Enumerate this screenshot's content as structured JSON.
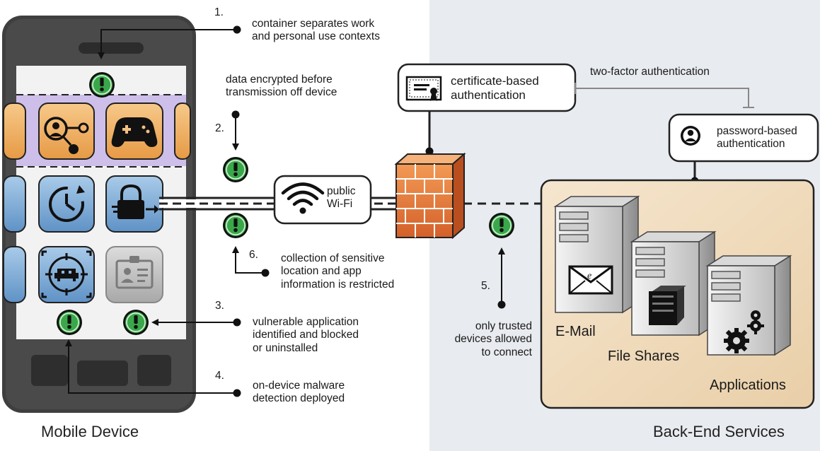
{
  "backend_bg": "#e8ebef",
  "colors": {
    "alert_green": "#3aa84a",
    "purple_band": "#cdbfe9",
    "phone_dark": "#3d3d3d",
    "firewall_orange": "#e5772d",
    "server_panel": "#f0dcc0"
  },
  "labels": {
    "mobile_device": "Mobile Device",
    "backend_services": "Back-End Services",
    "public_wifi_line1": "public",
    "public_wifi_line2": "Wi-Fi",
    "cert_auth_line1": "certificate-based",
    "cert_auth_line2": "authentication",
    "pwd_auth_line1": "password-based",
    "pwd_auth_line2": "authentication",
    "two_factor": "two-factor authentication",
    "email": "E-Mail",
    "file_shares": "File Shares",
    "applications": "Applications"
  },
  "steps": {
    "s1": {
      "num": "1.",
      "line1": "container separates work",
      "line2": "and personal use contexts"
    },
    "s2": {
      "num": "2.",
      "line1": "data encrypted before",
      "line2": "transmission off device"
    },
    "s3": {
      "num": "3.",
      "line1": "vulnerable application",
      "line2": "identified and blocked",
      "line3": "or uninstalled"
    },
    "s4": {
      "num": "4.",
      "line1": "on-device malware",
      "line2": "detection deployed"
    },
    "s5": {
      "num": "5.",
      "line1": "only trusted",
      "line2": "devices allowed",
      "line3": "to connect"
    },
    "s6": {
      "num": "6.",
      "line1": "collection of sensitive",
      "line2": "location and app",
      "line3": "information is restricted"
    }
  },
  "icons": [
    "social-network-icon",
    "gamepad-icon",
    "clock-sync-icon",
    "lock-transfer-icon",
    "space-invader-target-icon",
    "id-badge-icon",
    "wifi-icon",
    "certificate-icon",
    "user-icon",
    "envelope-icon",
    "file-cabinet-icon",
    "gears-icon",
    "firewall-icon",
    "server-icon",
    "alert-icon"
  ]
}
